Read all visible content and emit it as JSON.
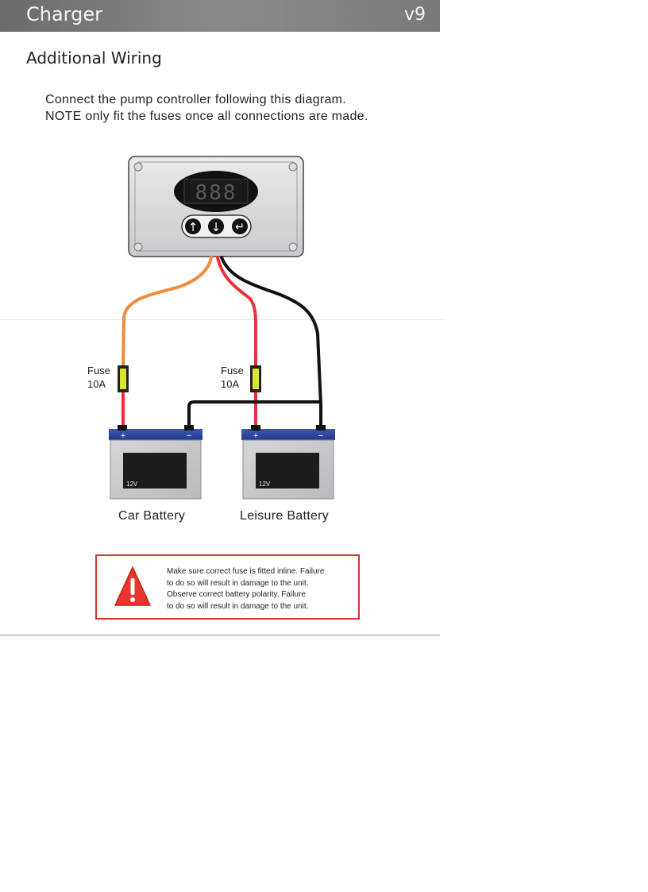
{
  "header": {
    "title": "Charger",
    "version": "v9"
  },
  "section": {
    "title": "Additional Wiring"
  },
  "intro": {
    "line1": "Connect the pump controller following this diagram.",
    "line2": "NOTE only fit the fuses once all connections are made."
  },
  "controller": {
    "display": "888",
    "buttons": [
      "↑",
      "↓",
      "↵"
    ]
  },
  "fuses": [
    {
      "label": "Fuse",
      "rating": "10A"
    },
    {
      "label": "Fuse",
      "rating": "10A"
    }
  ],
  "batteries": [
    {
      "name": "Car Battery",
      "voltage": "12V",
      "plus": "+",
      "minus": "−"
    },
    {
      "name": "Leisure Battery",
      "voltage": "12V",
      "plus": "+",
      "minus": "−"
    }
  ],
  "wire_colors": {
    "orange": "#f08a3c",
    "red": "#e8323a",
    "black": "#111111"
  },
  "warning": {
    "icon": "warning-triangle-icon",
    "line1": "Make sure correct fuse is fitted inline. Failure",
    "line2": "to do so will result in damage to the unit.",
    "line3": "Observe correct battery polarity. Failure",
    "line4": "to do so will result in damage to the unit."
  }
}
